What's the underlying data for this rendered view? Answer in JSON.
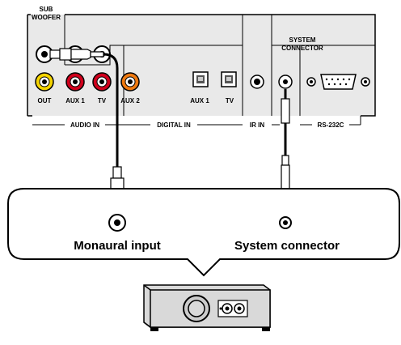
{
  "panel": {
    "subwoofer_label_line1": "SUB",
    "subwoofer_label_line2": "WOOFER",
    "out_label": "OUT",
    "aux1_label": "AUX 1",
    "tv_label": "TV",
    "aux2_label": "AUX 2",
    "digital_aux1_label": "AUX 1",
    "digital_tv_label": "TV",
    "audio_in_label": "AUDIO IN",
    "digital_in_label": "DIGITAL IN",
    "ir_in_label": "IR IN",
    "system_connector_line1": "SYSTEM",
    "system_connector_line2": "CONNECTOR",
    "rs232c_label": "RS-232C"
  },
  "bubble": {
    "monaural_label": "Monaural input",
    "system_label": "System connector"
  },
  "colors": {
    "out_jack": "#f5d400",
    "aux1_jack": "#d0001c",
    "tv_jack": "#d0001c",
    "aux2_jack": "#f07a10",
    "panel_fill": "#e9e9e9",
    "subwoofer_box": "#d9d9d9",
    "outline": "#000000"
  }
}
